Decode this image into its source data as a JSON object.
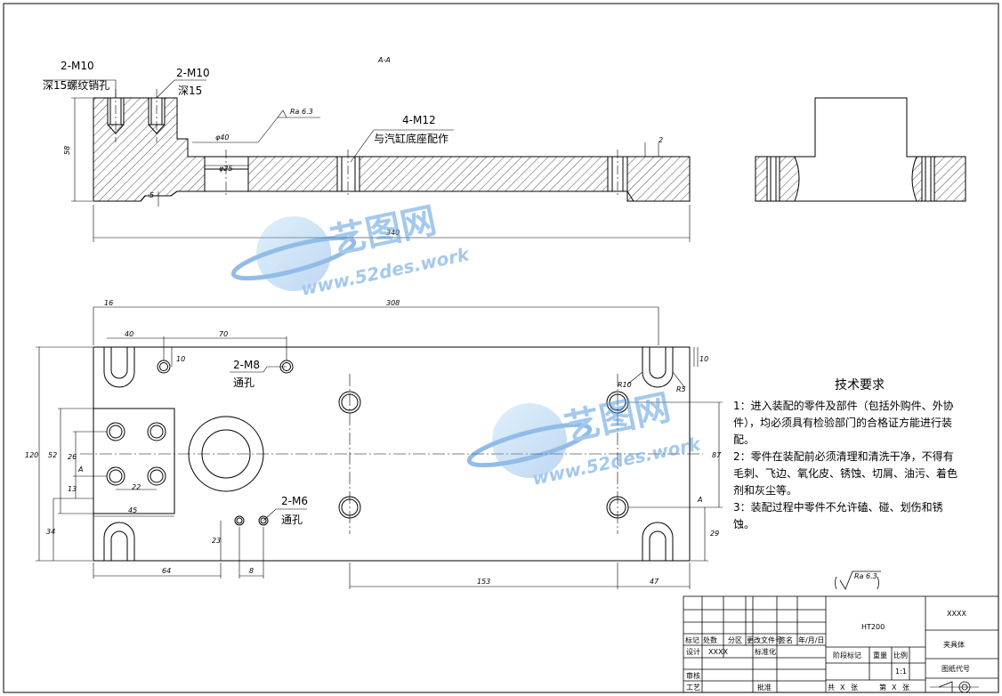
{
  "section_label": "A-A",
  "callouts": {
    "m10_left_a": "2-M10",
    "m10_left_b": "深15螺纹销孔",
    "m10_right_a": "2-M10",
    "m10_right_b": "深15",
    "m12_a": "4-M12",
    "m12_b": "与汽缸底座配作",
    "m8_a": "2-M8",
    "m8_b": "通孔",
    "m6_a": "2-M6",
    "m6_b": "通孔"
  },
  "surface_finish": "Ra 6.3",
  "section_dims": {
    "d58": "58",
    "phi40": "φ40",
    "phi25": "φ25",
    "d5": "5",
    "d340": "340",
    "d2": "2"
  },
  "plan_dims": {
    "d16": "16",
    "d308": "308",
    "d40": "40",
    "d70": "70",
    "d10a": "10",
    "d10b": "10",
    "r10": "R10",
    "r5": "R5",
    "d120": "120",
    "d52": "52",
    "d26": "26",
    "d13": "13",
    "a_mark_left": "A",
    "a_mark_right": "A",
    "d22": "22",
    "d45": "45",
    "d34": "34",
    "d23": "23",
    "d64": "64",
    "d8": "8",
    "d153": "153",
    "d47": "47",
    "d87": "87",
    "d29": "29"
  },
  "tech_req": {
    "title": "技术要求",
    "l1": "1：进入装配的零件及部件（包括外购件、外协",
    "l2": "件），均必须具有检验部门的合格证方能进行装",
    "l3": "配。",
    "l4": "2：零件在装配前必须清理和清洗干净，不得有",
    "l5": "毛刺、飞边、氧化皮、锈蚀、切屑、油污、着色",
    "l6": "剂和灰尘等。",
    "l7": "3：装配过程中零件不允许磕、碰、划伤和锈",
    "l8": "蚀。"
  },
  "watermark": {
    "brand": "艺图网",
    "url": "www.52des.work"
  },
  "title_block": {
    "material": "HT200",
    "company": "XXXX",
    "part_name": "夹具体",
    "drawing_no_label": "图纸代号",
    "h_mark": "标记",
    "h_qty": "处数",
    "h_zone": "分区",
    "h_change": "更改文件号",
    "h_sign": "签名",
    "h_date": "年/月/日",
    "design": "设计",
    "designer": "XXXX",
    "std": "标准化",
    "stage": "阶段标记",
    "weight": "重量",
    "scale_label": "比例",
    "scale": "1:1",
    "review": "审核",
    "process": "工艺",
    "approve": "批准",
    "total_a": "共",
    "total_x": "X",
    "total_b": "张",
    "sheet_a": "第",
    "sheet_x": "X",
    "sheet_b": "张"
  }
}
